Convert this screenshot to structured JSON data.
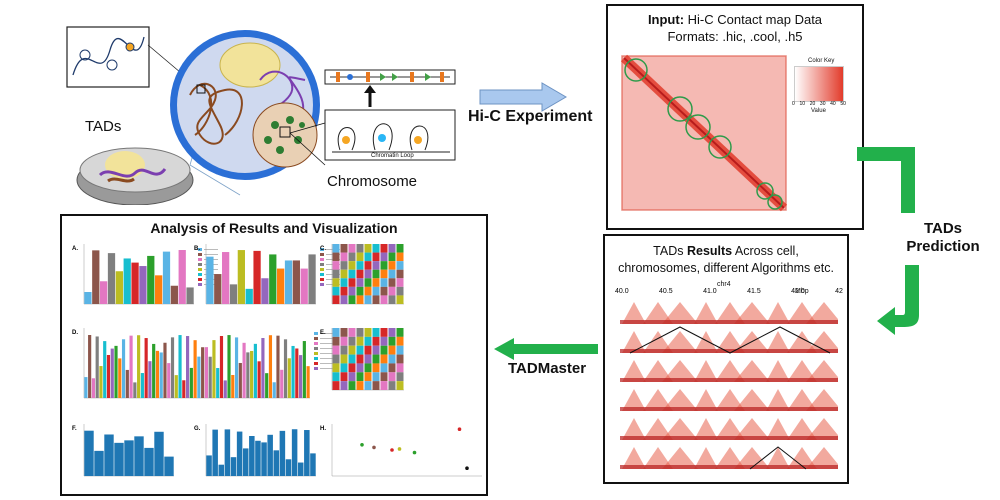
{
  "cell_panel": {
    "tads_label": "TADs",
    "chromosome_label": "Chromosome",
    "chromatin_loop_label": "Chromatin Loop"
  },
  "steps": {
    "hic_experiment": "Hi-C Experiment",
    "tads_prediction_line1": "TADs",
    "tads_prediction_line2": "Prediction",
    "tadmaster": "TADMaster"
  },
  "input_panel": {
    "input_prefix": "Input:",
    "input_text": "Hi-C Contact map Data",
    "formats_text": "Formats: .hic, .cool, .h5",
    "color_key_title": "Color Key",
    "color_key_ticks": [
      "0",
      "10",
      "20",
      "30",
      "40",
      "50"
    ],
    "color_key_axis": "Value"
  },
  "results_panel": {
    "title_pre": "TADs ",
    "title_bold": "Results",
    "title_post": " Across cell,",
    "title_line2": "chromosomes, different Algorithms etc.",
    "chrom_label": "chr4",
    "axis_ticks": [
      "40.0",
      "40.5",
      "41.0",
      "41.5",
      "42.0",
      "42"
    ],
    "axis_unit": "Mbp"
  },
  "analysis_panel": {
    "title": "Analysis of Results and Visualization",
    "subplot_labels": [
      "A.",
      "B.",
      "C.",
      "D.",
      "E.",
      "F.",
      "G.",
      "H."
    ]
  },
  "colors": {
    "arrow_blue": "#a9c8ee",
    "arrow_green": "#22b04b",
    "heat_red": "#e23b2b",
    "nucleus_blue": "#2b6fd6"
  }
}
